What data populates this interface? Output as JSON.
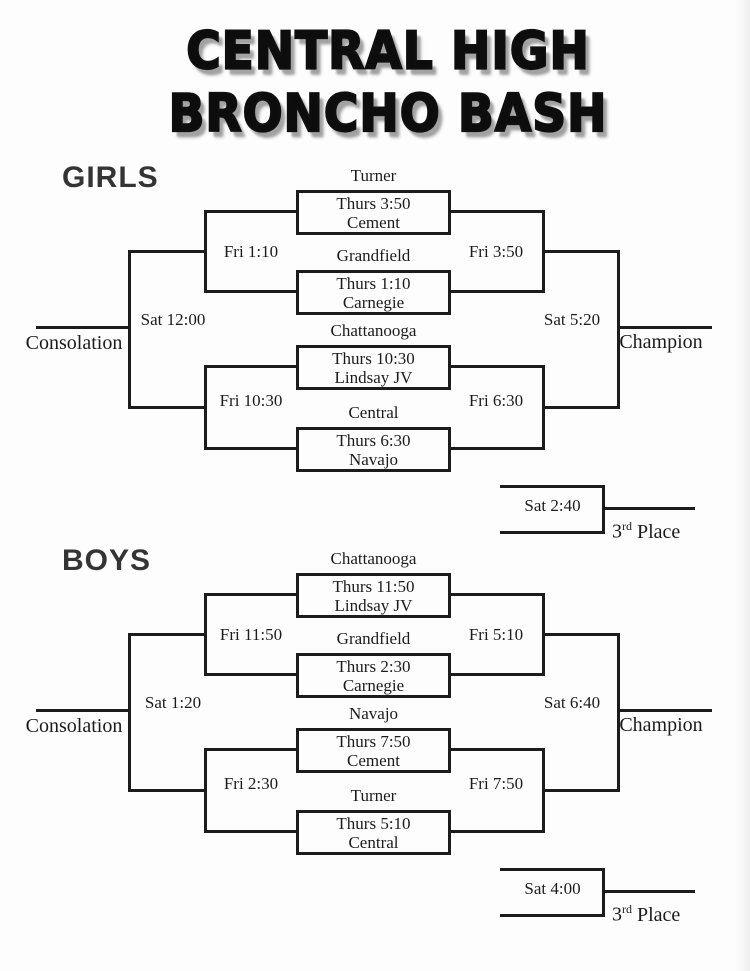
{
  "title": {
    "line1": "CENTRAL HIGH",
    "line2": "BRONCHO BASH"
  },
  "colors": {
    "ink": "#1c1c1c",
    "title_shadow": "#a2a2a2",
    "background": "#fdfdfd"
  },
  "brackets": [
    {
      "heading": "GIRLS",
      "games": [
        {
          "top_team": "Turner",
          "time": "Thurs 3:50",
          "bottom_team": "Cement"
        },
        {
          "top_team": "Grandfield",
          "time": "Thurs 1:10",
          "bottom_team": "Carnegie"
        },
        {
          "top_team": "Chattanooga",
          "time": "Thurs 10:30",
          "bottom_team": "Lindsay JV"
        },
        {
          "top_team": "Central",
          "time": "Thurs 6:30",
          "bottom_team": "Navajo"
        }
      ],
      "semifinals": {
        "left_top": "Fri 1:10",
        "left_bottom": "Fri 10:30",
        "right_top": "Fri 3:50",
        "right_bottom": "Fri 6:30"
      },
      "consolation": {
        "time": "Sat 12:00",
        "label": "Consolation"
      },
      "championship": {
        "time": "Sat 5:20",
        "label": "Champion"
      },
      "third_place": {
        "time": "Sat 2:40",
        "place_number": "3",
        "place_suffix": "rd",
        "place_word": "Place"
      }
    },
    {
      "heading": "BOYS",
      "games": [
        {
          "top_team": "Chattanooga",
          "time": "Thurs 11:50",
          "bottom_team": "Lindsay JV"
        },
        {
          "top_team": "Grandfield",
          "time": "Thurs 2:30",
          "bottom_team": "Carnegie"
        },
        {
          "top_team": "Navajo",
          "time": "Thurs 7:50",
          "bottom_team": "Cement"
        },
        {
          "top_team": "Turner",
          "time": "Thurs 5:10",
          "bottom_team": "Central"
        }
      ],
      "semifinals": {
        "left_top": "Fri 11:50",
        "left_bottom": "Fri 2:30",
        "right_top": "Fri 5:10",
        "right_bottom": "Fri 7:50"
      },
      "consolation": {
        "time": "Sat 1:20",
        "label": "Consolation"
      },
      "championship": {
        "time": "Sat 6:40",
        "label": "Champion"
      },
      "third_place": {
        "time": "Sat 4:00",
        "place_number": "3",
        "place_suffix": "rd",
        "place_word": "Place"
      }
    }
  ]
}
